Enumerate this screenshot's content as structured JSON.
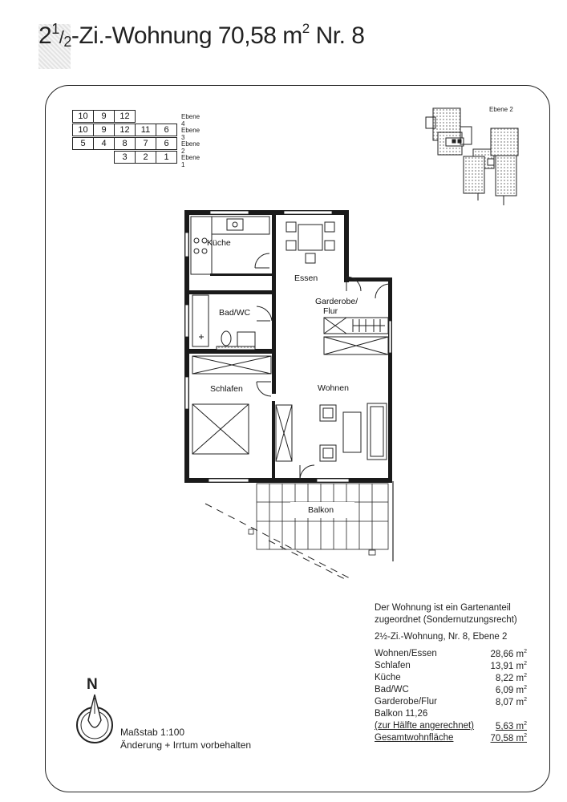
{
  "title": {
    "whole": "2",
    "num": "1",
    "den": "2",
    "rest": "-Zi.-Wohnung 70,58 m",
    "sup": "2",
    "suffix": " Nr. 8"
  },
  "levels": {
    "rows": [
      {
        "cells": [
          "10",
          "9",
          "12"
        ],
        "label": "Ebene 4"
      },
      {
        "cells": [
          "10",
          "9",
          "12",
          "11",
          "6"
        ],
        "label": "Ebene 3"
      },
      {
        "cells": [
          "5",
          "4",
          "8",
          "7",
          "6"
        ],
        "label": "Ebene 2"
      },
      {
        "cells": [
          "3",
          "2",
          "1"
        ],
        "label": "Ebene 1"
      }
    ]
  },
  "siteplan_label": "Ebene 2",
  "rooms": {
    "kueche": "Küche",
    "essen": "Essen",
    "bad": "Bad/WC",
    "garderobe_1": "Garderobe/",
    "garderobe_2": "Flur",
    "schlafen": "Schlafen",
    "wohnen": "Wohnen",
    "balkon": "Balkon"
  },
  "info": {
    "line1": "Der Wohnung ist ein Gartenanteil",
    "line2": "zugeordnet (Sondernutzungsrecht)",
    "line3": "2½-Zi.-Wohnung, Nr. 8, Ebene 2",
    "areas": [
      {
        "name": "Wohnen/Essen",
        "value": "28,66 m",
        "unit_sup": "2"
      },
      {
        "name": "Schlafen",
        "value": "13,91 m",
        "unit_sup": "2"
      },
      {
        "name": "Küche",
        "value": "8,22 m",
        "unit_sup": "2"
      },
      {
        "name": "Bad/WC",
        "value": "6,09 m",
        "unit_sup": "2"
      },
      {
        "name": "Garderobe/Flur",
        "value": "8,07 m",
        "unit_sup": "2"
      }
    ],
    "balkon_line": "Balkon 11,26",
    "balkon_note": "(zur Hälfte angerechnet)",
    "balkon_value": "5,63 m",
    "total_label": "Gesamtwohnfläche",
    "total_value": "70,58 m",
    "unit_sup": "2"
  },
  "north": "N",
  "scale": "Maßstab 1:100",
  "disclaimer": "Änderung + Irrtum vorbehalten"
}
